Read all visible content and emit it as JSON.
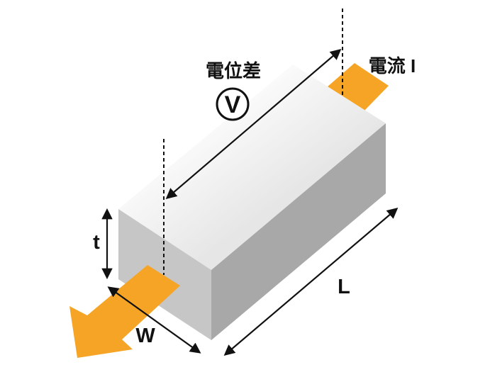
{
  "diagram": {
    "description": "Rectangular conductor block showing potential difference V measured along length L, current I flowing through cross-section of width W and thickness t",
    "labels": {
      "potential_difference": "電位差",
      "voltmeter_symbol": "V",
      "current": "電流 I",
      "thickness": "t",
      "width": "W",
      "length": "L"
    },
    "colors": {
      "arrow_orange": "#F5A425",
      "box_top": "#e6e6e6",
      "box_top_highlight": "#fafafa",
      "box_left": "#c6c6c6",
      "box_right": "#a8a8a8",
      "line": "#111111",
      "background": "#ffffff"
    }
  }
}
